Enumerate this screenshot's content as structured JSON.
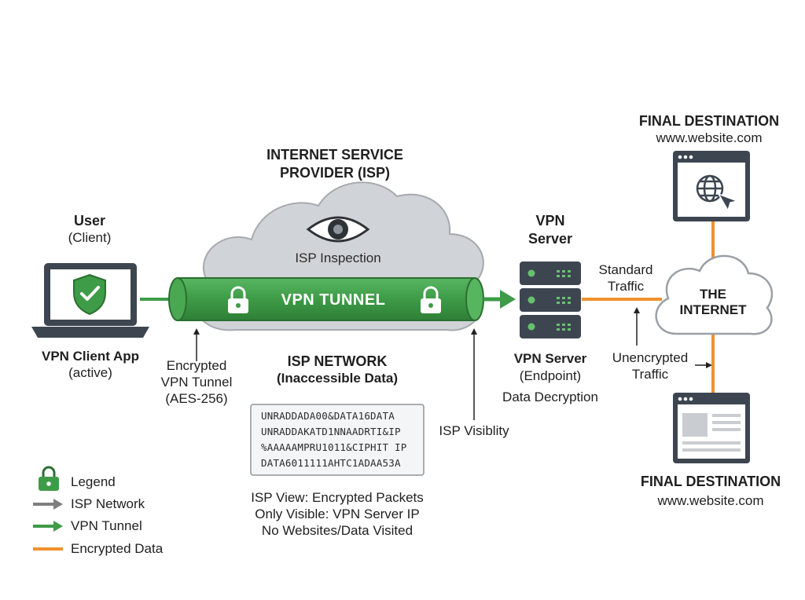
{
  "isp": {
    "title_line1": "INTERNET SERVICE",
    "title_line2": "PROVIDER (ISP)",
    "inspection": "ISP Inspection",
    "network_title": "ISP NETWORK",
    "network_subtitle": "(Inaccessible Data)",
    "encrypted_lines": [
      "UNRADDADA00&DATA16DATA",
      "UNRADDAKATD1NNAADRTI&IP",
      "%AAAAAMPRU1011&CIPHIT IP",
      "DATA6011111AHTC1ADAA53A"
    ],
    "view_line1": "ISP View: Encrypted Packets",
    "view_line2": "Only Visible: VPN Server IP",
    "view_line3": "No Websites/Data Visited",
    "visibility": "ISP Visiblity"
  },
  "user": {
    "title": "User",
    "subtitle": "(Client)",
    "app_label": "VPN Client App",
    "app_status": "(active)"
  },
  "tunnel": {
    "label": "VPN TUNNEL",
    "annotation_line1": "Encrypted",
    "annotation_line2": "VPN Tunnel",
    "annotation_line3": "(AES-256)"
  },
  "vpn_server": {
    "title_line1": "VPN",
    "title_line2": "Server",
    "label": "VPN Server",
    "sublabel": "(Endpoint)",
    "decryption": "Data Decryption"
  },
  "traffic": {
    "standard_line1": "Standard",
    "standard_line2": "Traffic",
    "unencrypted_line1": "Unencrypted",
    "unencrypted_line2": "Traffic"
  },
  "internet": {
    "line1": "THE",
    "line2": "INTERNET"
  },
  "destination_top": {
    "title": "FINAL DESTINATION",
    "url": "www.website.com"
  },
  "destination_bottom": {
    "title": "FINAL DESTINATION",
    "url": "www.website.com"
  },
  "legend": {
    "title": "Legend",
    "items": [
      "ISP Network",
      "VPN Tunnel",
      "Encrypted Data"
    ]
  },
  "colors": {
    "tunnel_green": "#3e9b47",
    "data_orange": "#f0912e",
    "isp_gray": "#7f7f7f",
    "server_dark": "#3d4650",
    "cloud_gray": "#cfd2d6",
    "shield_green": "#3e9b47"
  }
}
